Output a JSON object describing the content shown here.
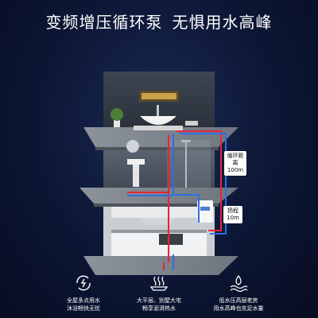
{
  "headline": {
    "part1": "变频增压循环泵",
    "part2": "无惧用水高峰"
  },
  "tags": [
    {
      "line1": "循环距离",
      "line2": "100m"
    },
    {
      "line1": "扬程",
      "line2": "10m"
    }
  ],
  "features": [
    {
      "icon": "instant-hot-water-icon",
      "line1": "全屋多点用水",
      "line2": "沐浴畅快无忧"
    },
    {
      "icon": "steam-bath-icon",
      "line1": "大平层、别墅大宅",
      "line2": "畅享澎湃热水"
    },
    {
      "icon": "low-pressure-water-icon",
      "line1": "低水压高层老房",
      "line2": "用水高峰也充足水量"
    }
  ],
  "colors": {
    "hot_pipe": "#e8243a",
    "cold_pipe": "#2f6fe0",
    "background": "#0a1330"
  }
}
